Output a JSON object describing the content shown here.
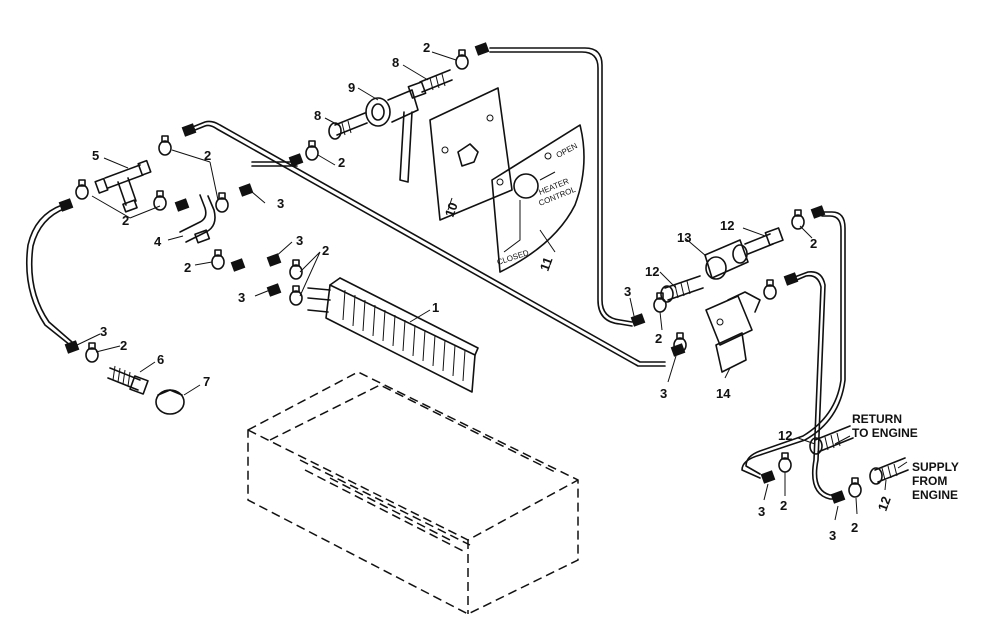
{
  "diagram": {
    "callouts": {
      "c1": "1",
      "c2a": "2",
      "c2b": "2",
      "c2c": "2",
      "c2d": "2",
      "c2e": "2",
      "c2f": "2",
      "c2g": "2",
      "c2h": "2",
      "c2i": "2",
      "c2j": "2",
      "c2k": "2",
      "c3a": "3",
      "c3b": "3",
      "c3c": "3",
      "c3d": "3",
      "c3e": "3",
      "c3f": "3",
      "c3g": "3",
      "c3h": "3",
      "c4": "4",
      "c5": "5",
      "c6": "6",
      "c7": "7",
      "c8a": "8",
      "c8b": "8",
      "c9": "9",
      "c10": "10",
      "c11": "11",
      "c12a": "12",
      "c12b": "12",
      "c12c": "12",
      "c12d": "12",
      "c13": "13",
      "c14": "14"
    },
    "notes": {
      "return_line1": "RETURN",
      "return_line2": "TO ENGINE",
      "supply_line1": "SUPPLY",
      "supply_line2": "FROM",
      "supply_line3": "ENGINE"
    },
    "plate": {
      "open": "OPEN",
      "closed": "CLOSED",
      "heater1": "HEATER",
      "heater2": "CONTROL"
    }
  }
}
